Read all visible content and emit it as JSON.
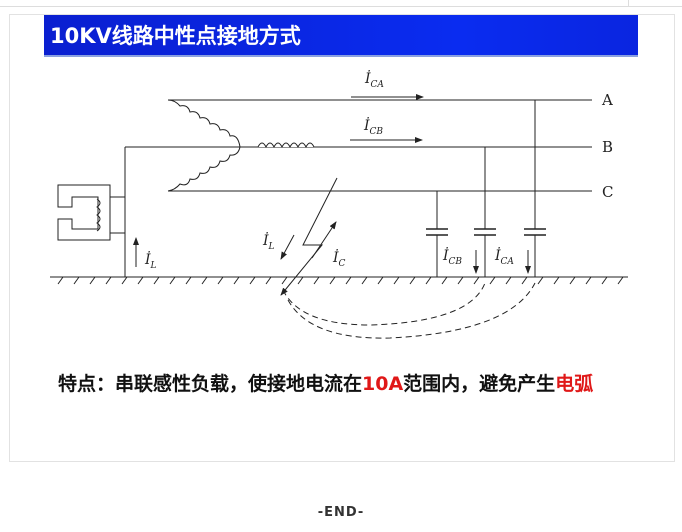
{
  "slide": {
    "title": "10KV线路中性点接地方式",
    "caption": {
      "part1": "特点：串联感性负载，使接地电流在",
      "highlight1": "10A",
      "part2": "范围内，避免产生",
      "highlight2": "电弧"
    }
  },
  "diagram": {
    "phases": [
      "A",
      "B",
      "C"
    ],
    "labels": {
      "ica_top": "CA",
      "icb_top": "CB",
      "il_left": "L",
      "il_fault": "L",
      "ic_fault": "C",
      "icb_cap": "CB",
      "ica_cap": "CA",
      "current_symbol": "İ"
    },
    "colors": {
      "title_bg": "#0a25e0",
      "highlight": "#e01818"
    }
  },
  "footer": {
    "end": "-END-"
  }
}
